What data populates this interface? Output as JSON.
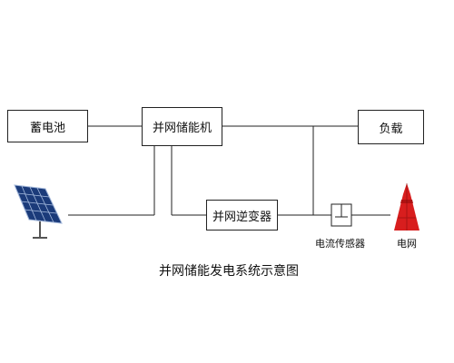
{
  "diagram": {
    "caption": "并网储能发电系统示意图",
    "nodes": {
      "battery": "蓄电池",
      "storage_machine": "并网储能机",
      "load": "负载",
      "inverter": "并网逆变器",
      "current_sensor": "电流传感器",
      "grid": "电网"
    },
    "icons": {
      "solar_panel": "solar-panel-icon",
      "grid_tower": "power-tower-icon"
    },
    "colors": {
      "line": "#222222",
      "tower": "#d81e1e"
    }
  }
}
